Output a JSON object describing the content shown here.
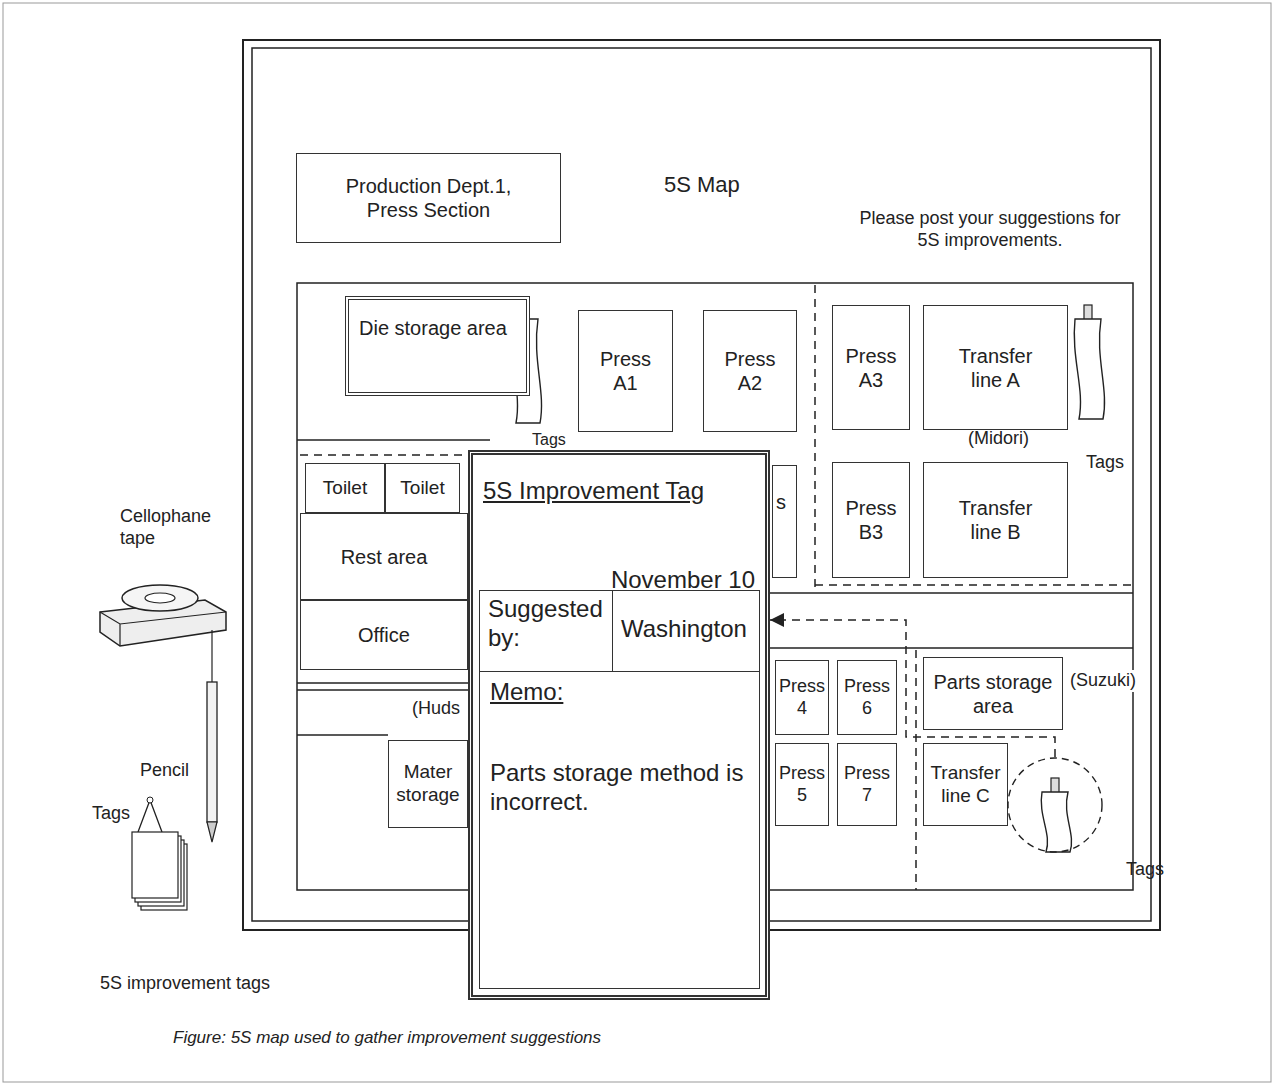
{
  "diagram": {
    "title": "5S Map",
    "caption": "Figure: 5S map used to gather improvement suggestions",
    "nodes": [
      {
        "text": [
          "Production Dept.1, Press Section"
        ]
      },
      {
        "text": [
          "Die storage area"
        ]
      },
      {
        "text": [
          "Press A1"
        ]
      },
      {
        "text": [
          "Press A2"
        ]
      },
      {
        "text": [
          "Press A3"
        ]
      },
      {
        "text": [
          "Transfer line A"
        ]
      },
      {
        "text": [
          "Toilet"
        ]
      },
      {
        "text": [
          "Toilet"
        ]
      },
      {
        "text": [
          "s"
        ]
      },
      {
        "text": [
          "Press B3"
        ]
      },
      {
        "text": [
          "Transfer line B"
        ]
      },
      {
        "text": [
          "Rest area"
        ]
      },
      {
        "text": [
          "Office"
        ]
      },
      {
        "text": [
          "Press 4"
        ]
      },
      {
        "text": [
          "Press 6"
        ]
      },
      {
        "text": [
          "Parts storage area"
        ]
      },
      {
        "text": [
          "Mater storage"
        ]
      },
      {
        "text": [
          "Press 5"
        ]
      },
      {
        "text": [
          "Press 7"
        ]
      },
      {
        "text": [
          "Transfer line C"
        ]
      },
      {
        "text": [
          "Tags"
        ]
      },
      {
        "text": [
          "5S Improvement Tag",
          "November 10"
        ]
      },
      {
        "text": [
          "Suggested by:"
        ],
        "in": 21
      },
      {
        "text": [
          "Washington"
        ],
        "in": 21
      },
      {
        "text": [
          "Memo:",
          "Parts storage method is incorrect."
        ],
        "in": 21
      }
    ],
    "edges": [
      {
        "from": 20,
        "to": 21,
        "arrow": "to"
      }
    ],
    "labels": [
      "Please post your suggestions for 5S improvements.",
      "Tags",
      "(Midori)",
      "Tags",
      "(Huds",
      "(Suzuki)",
      "Cellophane tape",
      "Pencil",
      "Tags",
      "5S improvement tags"
    ]
  }
}
